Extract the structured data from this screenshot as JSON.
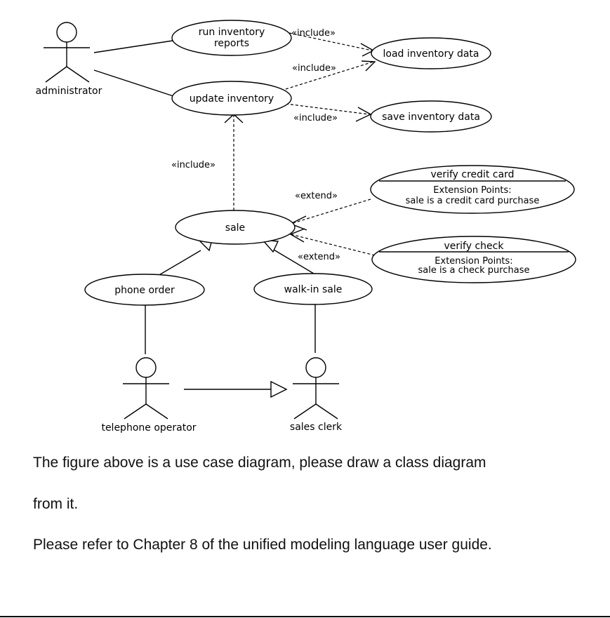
{
  "actors": {
    "administrator": "administrator",
    "telephone_operator": "telephone operator",
    "sales_clerk": "sales clerk"
  },
  "use_cases": {
    "run_inventory_reports": [
      "run inventory",
      "reports"
    ],
    "update_inventory": "update inventory",
    "load_inventory_data": "load inventory data",
    "save_inventory_data": "save inventory data",
    "sale": "sale",
    "phone_order": "phone order",
    "walk_in_sale": "walk-in sale",
    "verify_credit_card": {
      "name": "verify credit card",
      "ext_title": "Extension Points:",
      "ext_point": "sale is a credit card purchase"
    },
    "verify_check": {
      "name": "verify check",
      "ext_title": "Extension Points:",
      "ext_point": "sale is a check purchase"
    }
  },
  "stereotypes": {
    "include": "«include»",
    "extend": "«extend»"
  },
  "text": {
    "line1": "The figure above is a use case diagram, please draw a class diagram",
    "line2": "from it.",
    "line3": "Please refer to Chapter 8 of the unified modeling language user guide."
  }
}
